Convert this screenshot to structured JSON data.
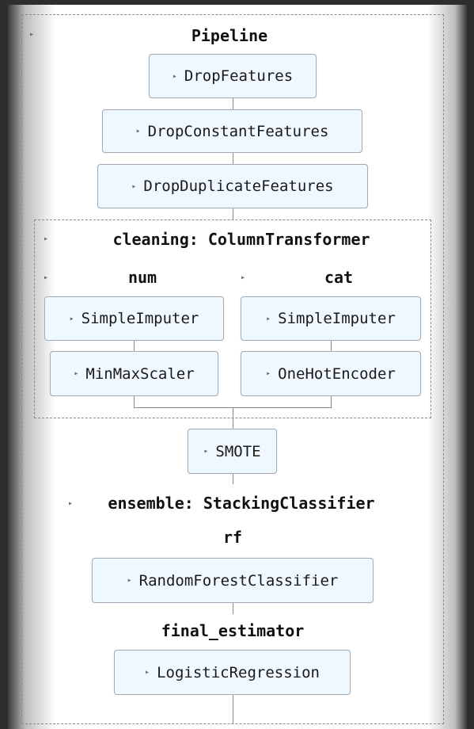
{
  "pipeline": {
    "title": "Pipeline"
  },
  "steps": {
    "drop_features": "DropFeatures",
    "drop_constant": "DropConstantFeatures",
    "drop_duplicate": "DropDuplicateFeatures"
  },
  "cleaning": {
    "title": "cleaning: ColumnTransformer",
    "num": {
      "name": "num",
      "imputer": "SimpleImputer",
      "scaler": "MinMaxScaler"
    },
    "cat": {
      "name": "cat",
      "imputer": "SimpleImputer",
      "encoder": "OneHotEncoder"
    }
  },
  "smote": "SMOTE",
  "ensemble": {
    "title": "ensemble: StackingClassifier",
    "rf_name": "rf",
    "rf_model": "RandomForestClassifier",
    "final_name": "final_estimator",
    "final_model": "LogisticRegression"
  },
  "icons": {
    "toggle": "triangle-right-icon"
  },
  "colors": {
    "box_fill": "#f0f8ff",
    "box_border": "#a3adb8",
    "connector": "#8a8a8a"
  }
}
